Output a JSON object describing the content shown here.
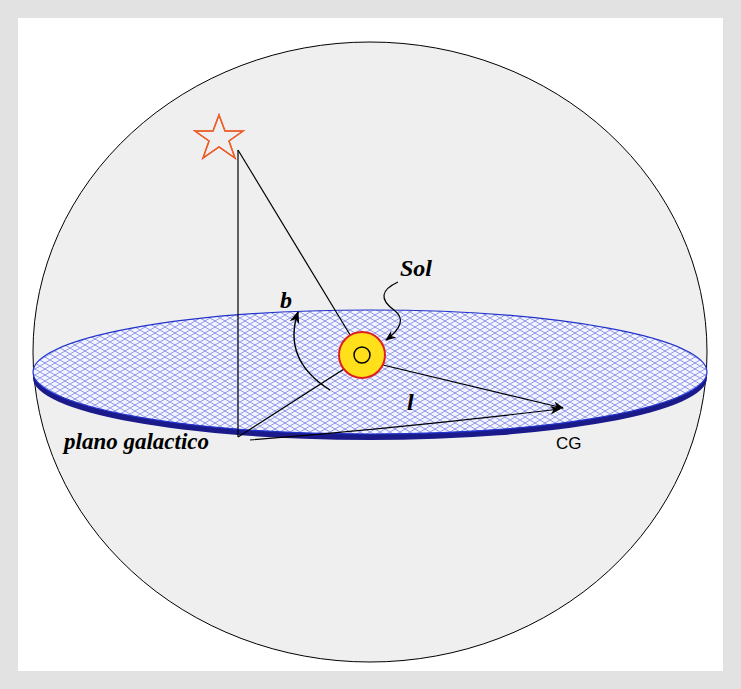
{
  "diagram": {
    "labels": [
      "Sol",
      "b",
      "l",
      "plano galactico",
      "CG"
    ]
  }
}
